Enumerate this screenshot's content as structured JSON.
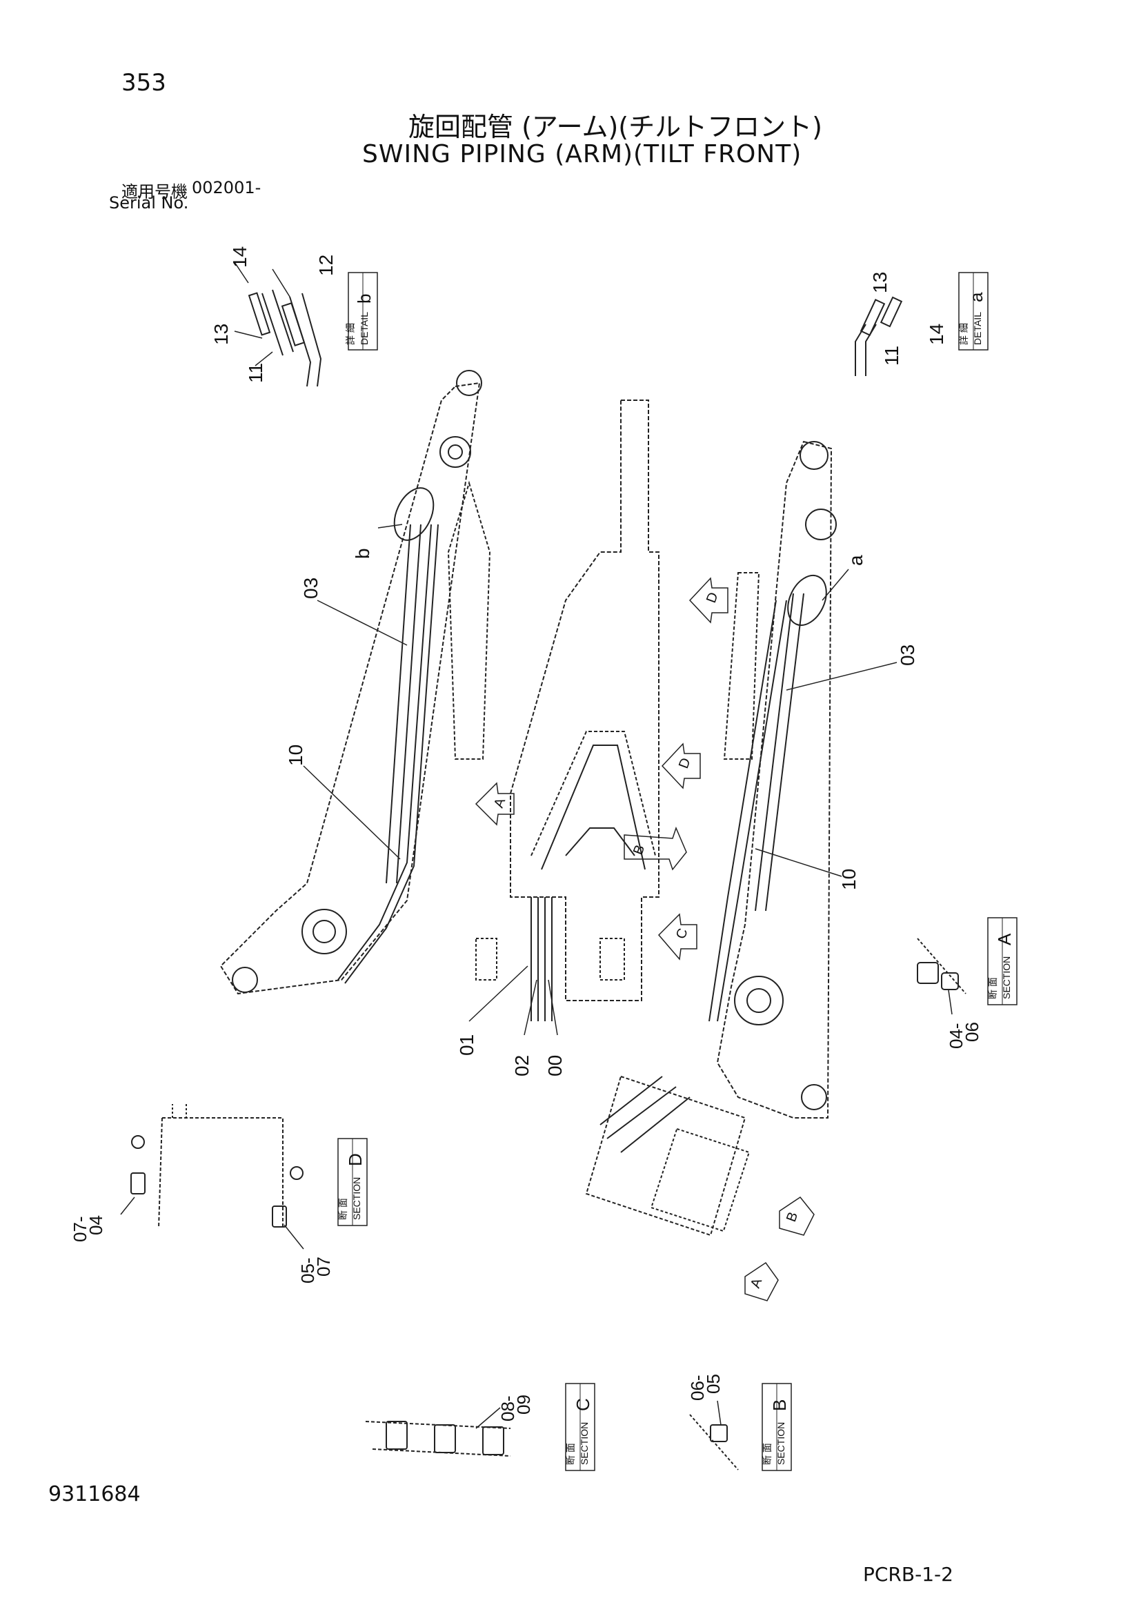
{
  "page": {
    "number": "353",
    "title_jp": "旋回配管 (アーム)(チルトフロント)",
    "title_en": "SWING PIPING (ARM)(TILT FRONT)",
    "serial_label_jp": "適用号機",
    "serial_value": "002001-",
    "serial_label_en": "Serial No.",
    "doc_number": "9311684",
    "sheet_code": "PCRB-1-2"
  },
  "callouts": {
    "detail_b": {
      "label_jp": "詳 細",
      "label_en": "DETAIL",
      "letter": "b",
      "parts": [
        "14",
        "12",
        "13",
        "11"
      ]
    },
    "detail_a": {
      "label_jp": "詳 細",
      "label_en": "DETAIL",
      "letter": "a",
      "parts": [
        "13",
        "11",
        "14"
      ]
    },
    "section_a": {
      "label_jp": "断 面",
      "label_en": "SECTION",
      "letter": "A",
      "parts": [
        "04-",
        "06"
      ]
    },
    "section_d": {
      "label_jp": "断 面",
      "label_en": "SECTION",
      "letter": "D",
      "parts": [
        "07-",
        "04",
        "05-",
        "07"
      ]
    },
    "section_c": {
      "label_jp": "断 面",
      "label_en": "SECTION",
      "letter": "C",
      "parts": [
        "08-",
        "09"
      ]
    },
    "section_b": {
      "label_jp": "断 面",
      "label_en": "SECTION",
      "letter": "B",
      "parts": [
        "06-",
        "05"
      ]
    }
  },
  "parts_main": {
    "left_03": "03",
    "left_10": "10",
    "left_b": "b",
    "right_03": "03",
    "right_10": "10",
    "right_a": "a",
    "p01": "01",
    "p02": "02",
    "p00": "00"
  },
  "view_arrows": {
    "A": "A",
    "B": "B",
    "C": "C",
    "D": "D"
  }
}
